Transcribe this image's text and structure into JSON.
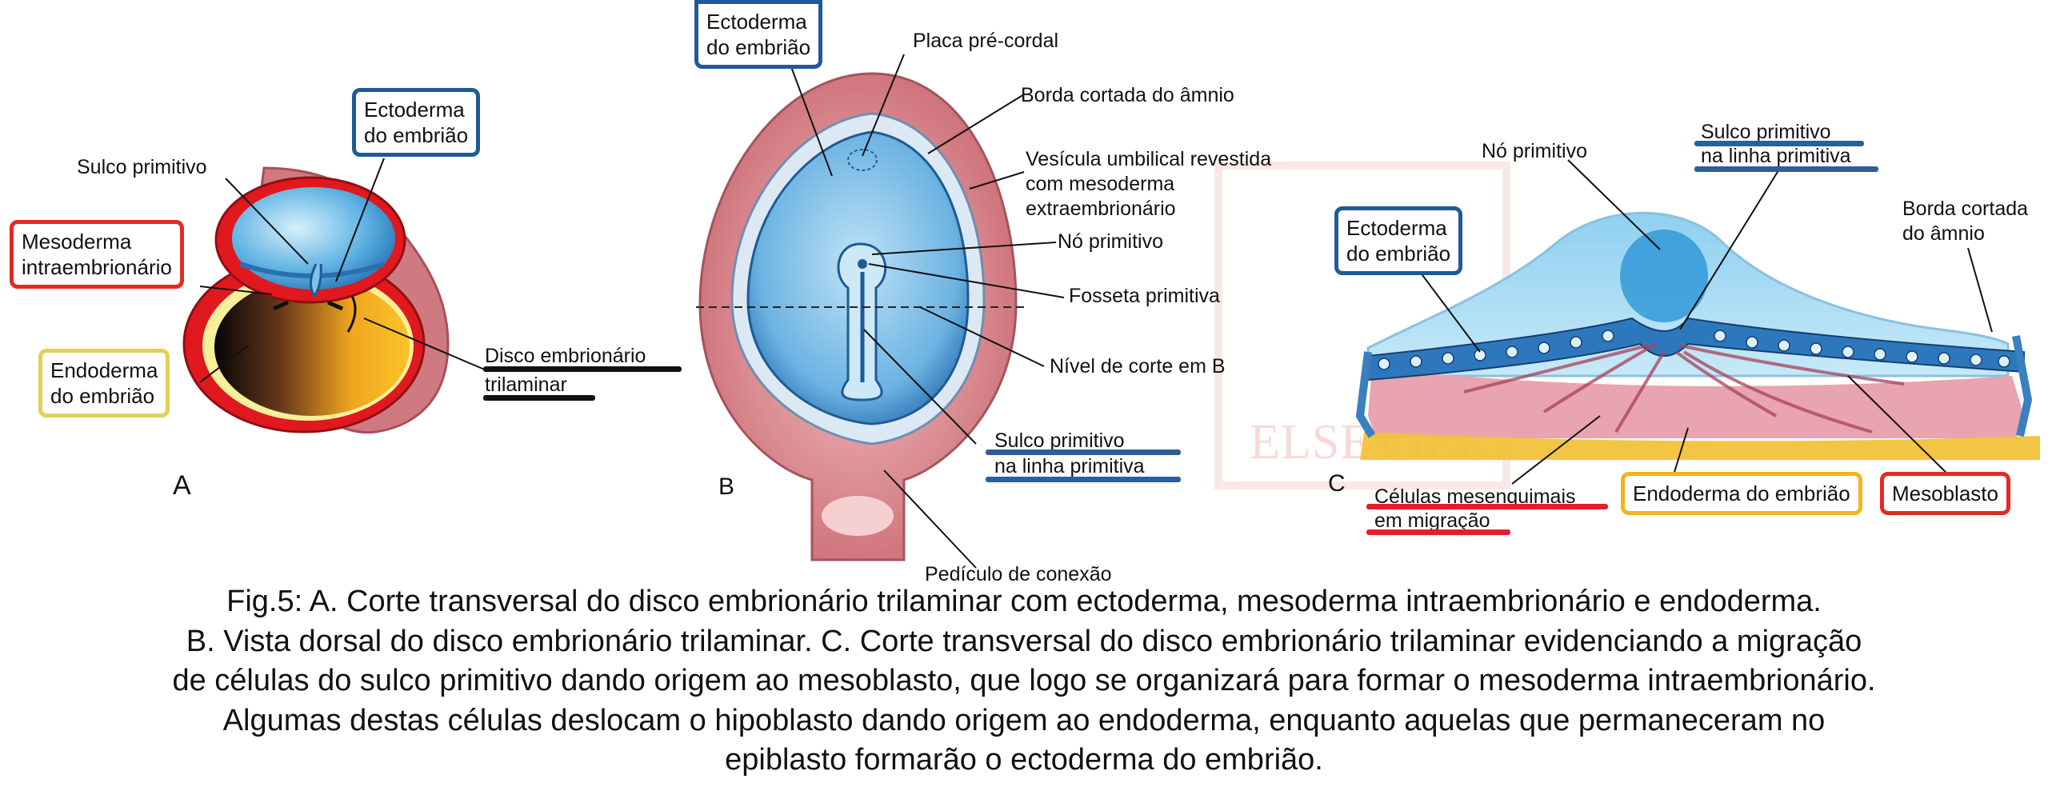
{
  "panel_a": {
    "letter": "A",
    "ectoderm_box": "Ectoderma\ndo embrião",
    "primitive_groove": "Sulco primitivo",
    "mesoderm_box": "Mesoderma\nintraembrionário",
    "endoderm_box": "Endoderma\ndo embrião",
    "trilaminar_line1": "Disco embrionário",
    "trilaminar_line2": "trilaminar"
  },
  "panel_b": {
    "letter": "B",
    "ectoderm_box": "Ectoderma\ndo embrião",
    "prechordal_plate": "Placa pré-cordal",
    "amnion_edge": "Borda cortada do âmnio",
    "umbilical_vesicle": "Vesícula umbilical revestida\ncom mesoderma\nextraembrionário",
    "primitive_node": "Nó primitivo",
    "primitive_pit": "Fosseta primitiva",
    "section_level": "Nível de corte em B",
    "groove_line1": "Sulco primitivo",
    "groove_line2": "na linha primitiva",
    "connecting_stalk": "Pedículo de conexão"
  },
  "panel_c": {
    "letter": "C",
    "primitive_node": "Nó primitivo",
    "groove_line1": "Sulco primitivo",
    "groove_line2": "na linha primitiva",
    "amnion_edge": "Borda cortada\ndo âmnio",
    "ectoderm_box": "Ectoderma\ndo embrião",
    "migrating_line1": "Células mesenquimais",
    "migrating_line2": "em migração",
    "endoderm_box": "Endoderma do embrião",
    "mesoblast_box": "Mesoblasto"
  },
  "watermark": "ELSEVIER",
  "caption": {
    "line1": "Fig.5: A. Corte transversal do disco embrionário trilaminar com ectoderma, mesoderma intraembrionário e endoderma.",
    "line2": "B. Vista dorsal do disco embrionário trilaminar. C. Corte transversal do disco embrionário trilaminar evidenciando a migração",
    "line3": "de células do sulco primitivo dando origem ao mesoblasto, que logo se organizará para formar o mesoderma intraembrionário.",
    "line4": "Algumas destas células deslocam o hipoblasto dando origem ao endoderma, enquanto aquelas que permaneceram no",
    "line5": "epiblasto formarão o ectoderma do embrião."
  },
  "colors": {
    "ectoderm_blue": "#5aa6d9",
    "mesoderm_red": "#e0191f",
    "endoderm_yellow": "#f1b51b",
    "amnion_pink": "#c56a72",
    "underline_blue": "#2d5e9b",
    "underline_red": "#e61e2a"
  }
}
